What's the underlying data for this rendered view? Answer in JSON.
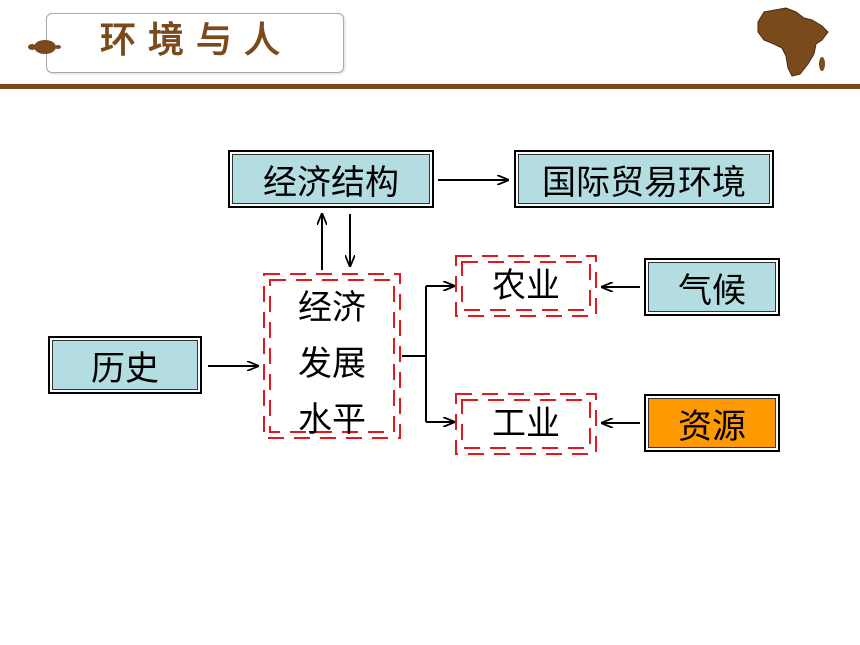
{
  "header": {
    "title": "环境与人"
  },
  "nodes": {
    "economic_structure": "经济结构",
    "trade_environment": "国际贸易环境",
    "history": "历史",
    "dev_line1": "经济",
    "dev_line2": "发展",
    "dev_line3": "水平",
    "agriculture": "农业",
    "industry": "工业",
    "climate": "气候",
    "resources": "资源"
  },
  "colors": {
    "accent_brown": "#7a4a1c",
    "box_fill": "#b4dde2",
    "highlight_fill": "#ff9900",
    "dashed_frame": "#e0191e"
  }
}
